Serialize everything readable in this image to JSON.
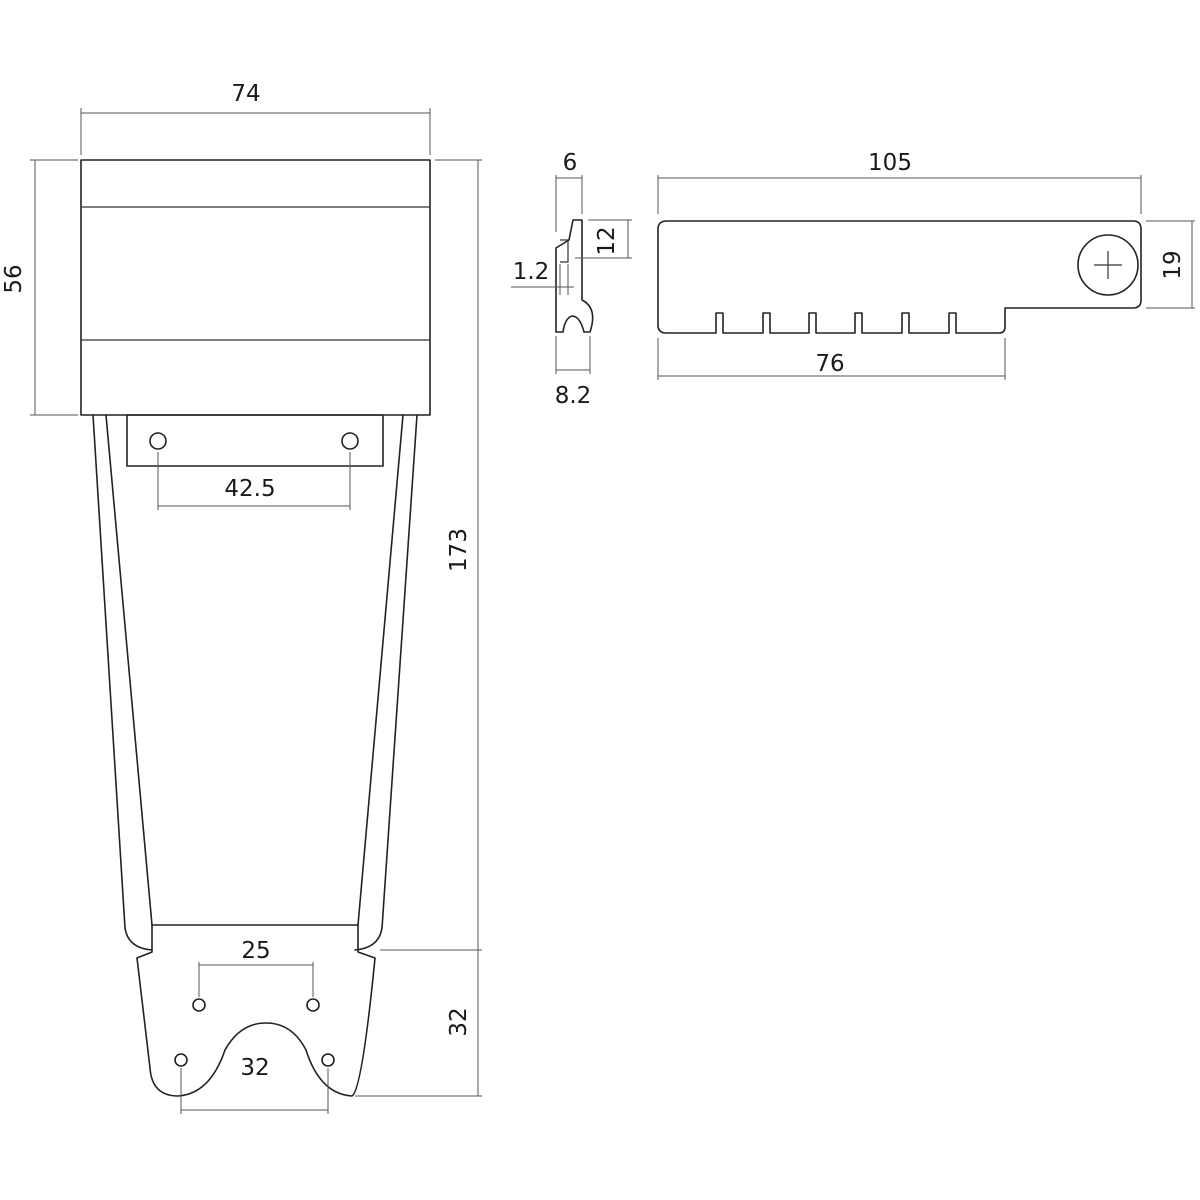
{
  "dimensions": {
    "front_width": "74",
    "front_height": "56",
    "overall_length": "173",
    "mount_hole_spacing": "42.5",
    "tail_inner_holes": "25",
    "tail_outer_holes": "32",
    "tail_height": "32",
    "side_thickness": "6",
    "side_lip": "12",
    "side_plate": "1.2",
    "side_depth": "8.2",
    "bar_length": "105",
    "bar_height": "19",
    "slot_span": "76"
  },
  "colors": {
    "line": "#222222",
    "dimension_line": "#555555",
    "background": "#ffffff"
  },
  "icons": {
    "screw": "phillips-screw-icon"
  }
}
